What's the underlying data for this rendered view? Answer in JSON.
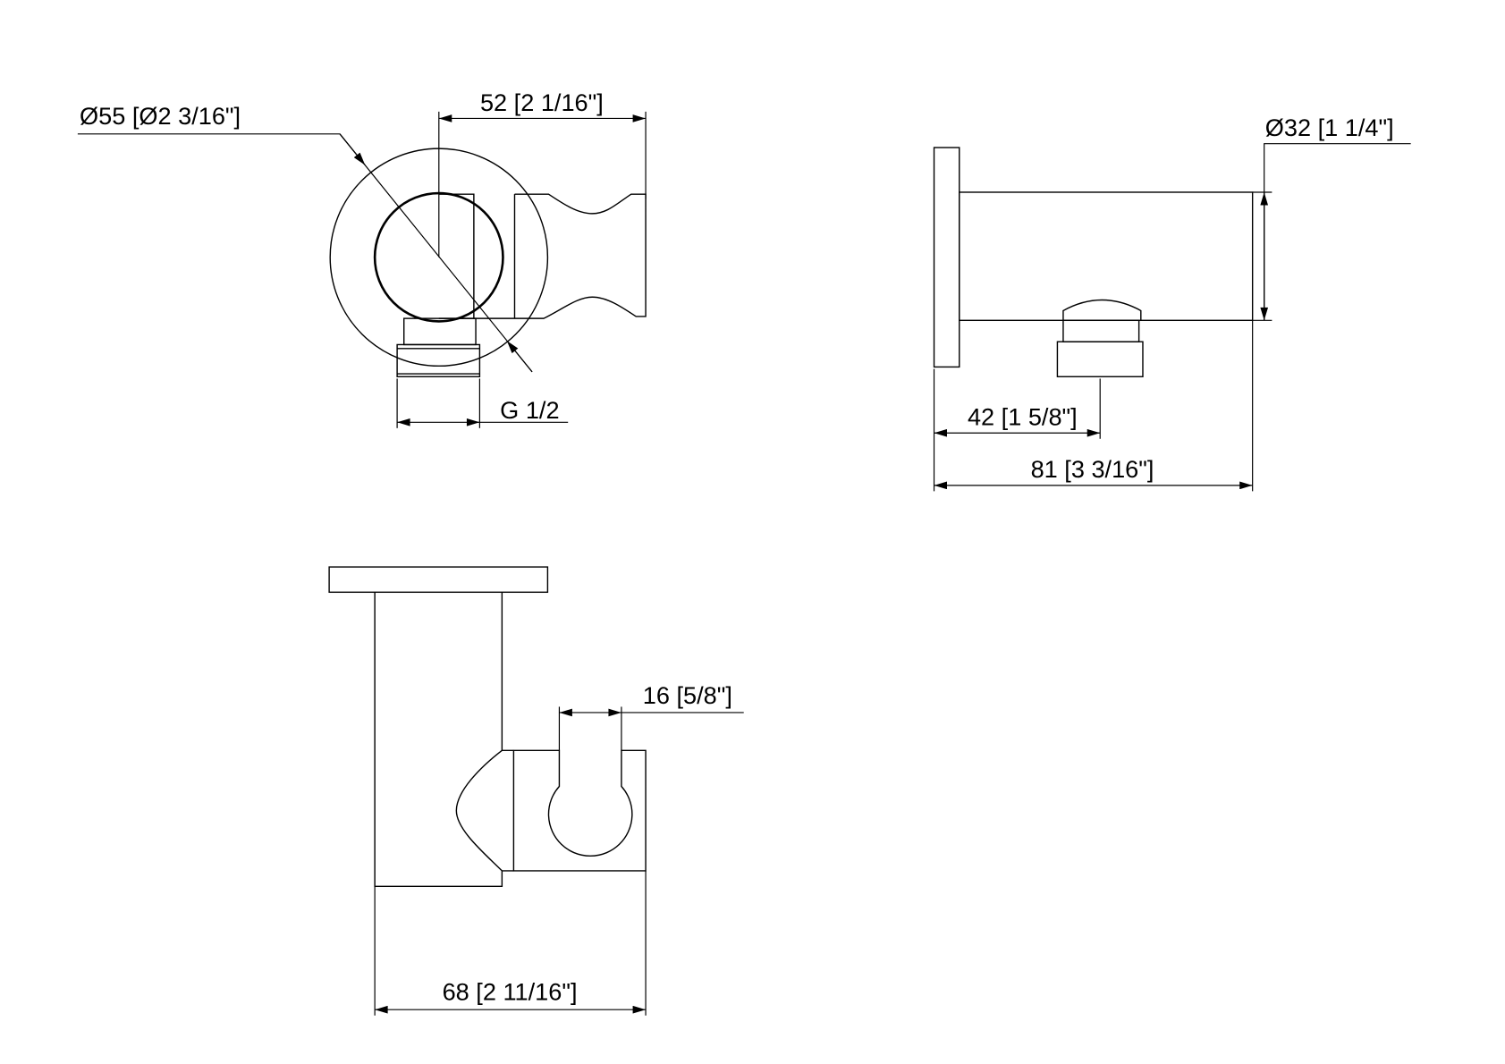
{
  "front_view": {
    "diameter_outer": "Ø55 [Ø2 3/16\"]",
    "width": "52 [2 1/16\"]",
    "thread": "G 1/2"
  },
  "side_view": {
    "diameter_tube": "Ø32 [1 1/4\"]",
    "outlet_offset": "42 [1 5/8\"]",
    "overall_depth": "81 [3 3/16\"]"
  },
  "top_view": {
    "slot_width": "16 [5/8\"]",
    "overall_depth": "68 [2 11/16\"]"
  }
}
